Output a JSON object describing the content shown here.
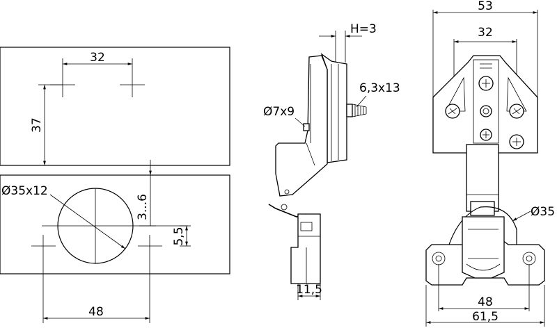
{
  "drawing": {
    "front_panel": {
      "dim_horizontal": "32",
      "dim_vertical": "37"
    },
    "cup_panel": {
      "cup_diameter": "Ø35x12",
      "dim_offset_range": "3...6",
      "dim_height": "5,5",
      "dim_width": "48"
    },
    "side_view": {
      "dim_h": "H=3",
      "screw": "6,3x13",
      "dowel": "Ø7x9",
      "dim_depth": "11,5"
    },
    "hinge_view": {
      "dim_outer": "53",
      "dim_inner": "32",
      "cup_diameter": "Ø35",
      "dim_base_inner": "48",
      "dim_base_outer": "61,5"
    }
  }
}
